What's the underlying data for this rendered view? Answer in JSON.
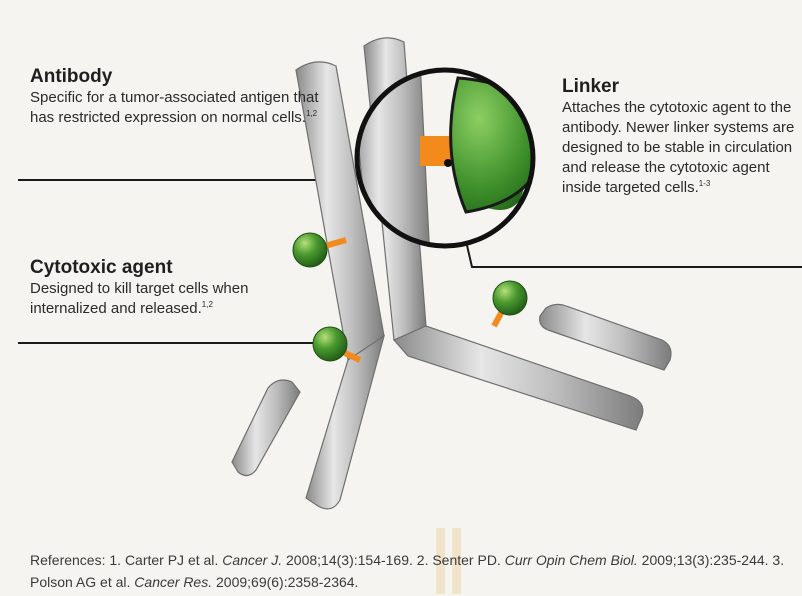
{
  "antibody": {
    "title": "Antibody",
    "desc": "Specific for a tumor-associated antigen that has restricted expression on normal cells.",
    "refs": "1,2"
  },
  "cytotoxic_agent": {
    "title": "Cytotoxic agent",
    "desc": "Designed to kill target cells when internalized and released.",
    "refs": "1,2"
  },
  "linker": {
    "title": "Linker",
    "desc": "Attaches the cytotoxic agent to the antibody. Newer linker systems are designed to be stable in circulation and release the cytotoxic agent inside targeted cells.",
    "refs": "1-3"
  },
  "references": {
    "prefix": "References: 1. Carter PJ et al. ",
    "j1": "Cancer J.",
    "r1": " 2008;14(3):154-169. 2. Senter PD. ",
    "j2": "Curr Opin Chem Biol.",
    "r2": " 2009;13(3):235-244. 3. Polson AG et al. ",
    "j3": "Cancer Res.",
    "r3": " 2009;69(6):2358-2364."
  },
  "colors": {
    "background": "#f5f4f1",
    "antibody_gray": "#b3b3b3",
    "payload_green": "#3f8f2a",
    "linker_orange": "#f28a1c",
    "line": "#1a1a1a"
  },
  "icons": [
    "antibody-illustration",
    "magnifier-circle",
    "payload-sphere"
  ]
}
